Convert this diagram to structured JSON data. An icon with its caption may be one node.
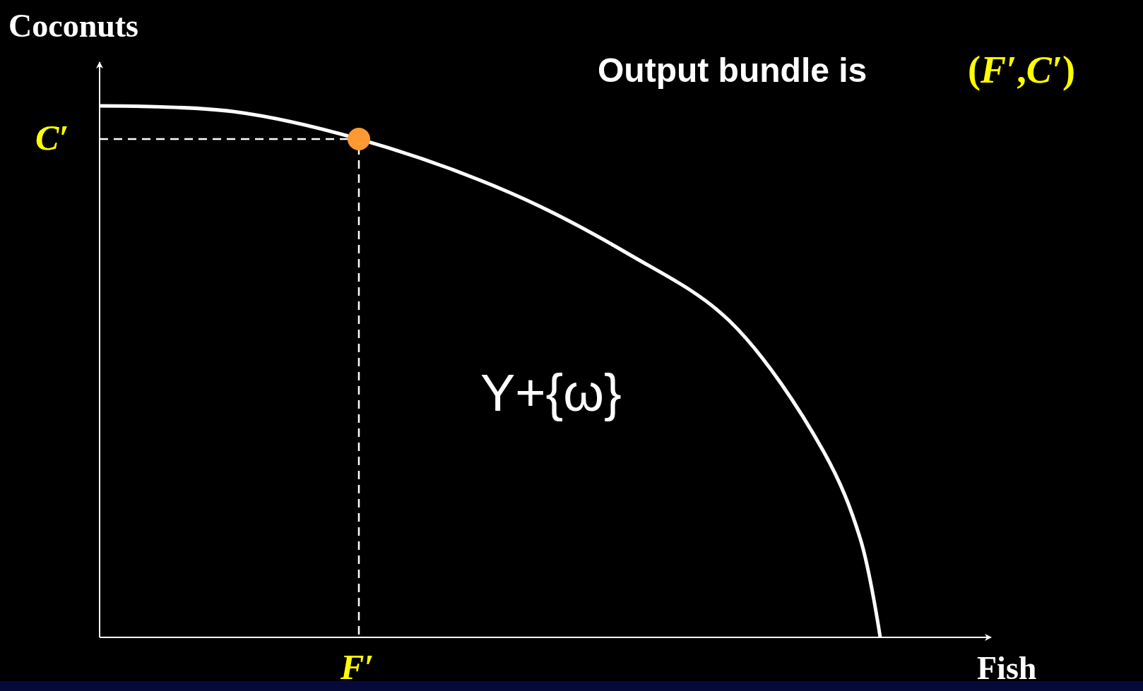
{
  "diagram": {
    "labels": [
      "Coconuts",
      "Output bundle is",
      "(*F′*,*C′*)",
      "C′",
      "Y+{ω}",
      "F′",
      "Fish"
    ]
  }
}
